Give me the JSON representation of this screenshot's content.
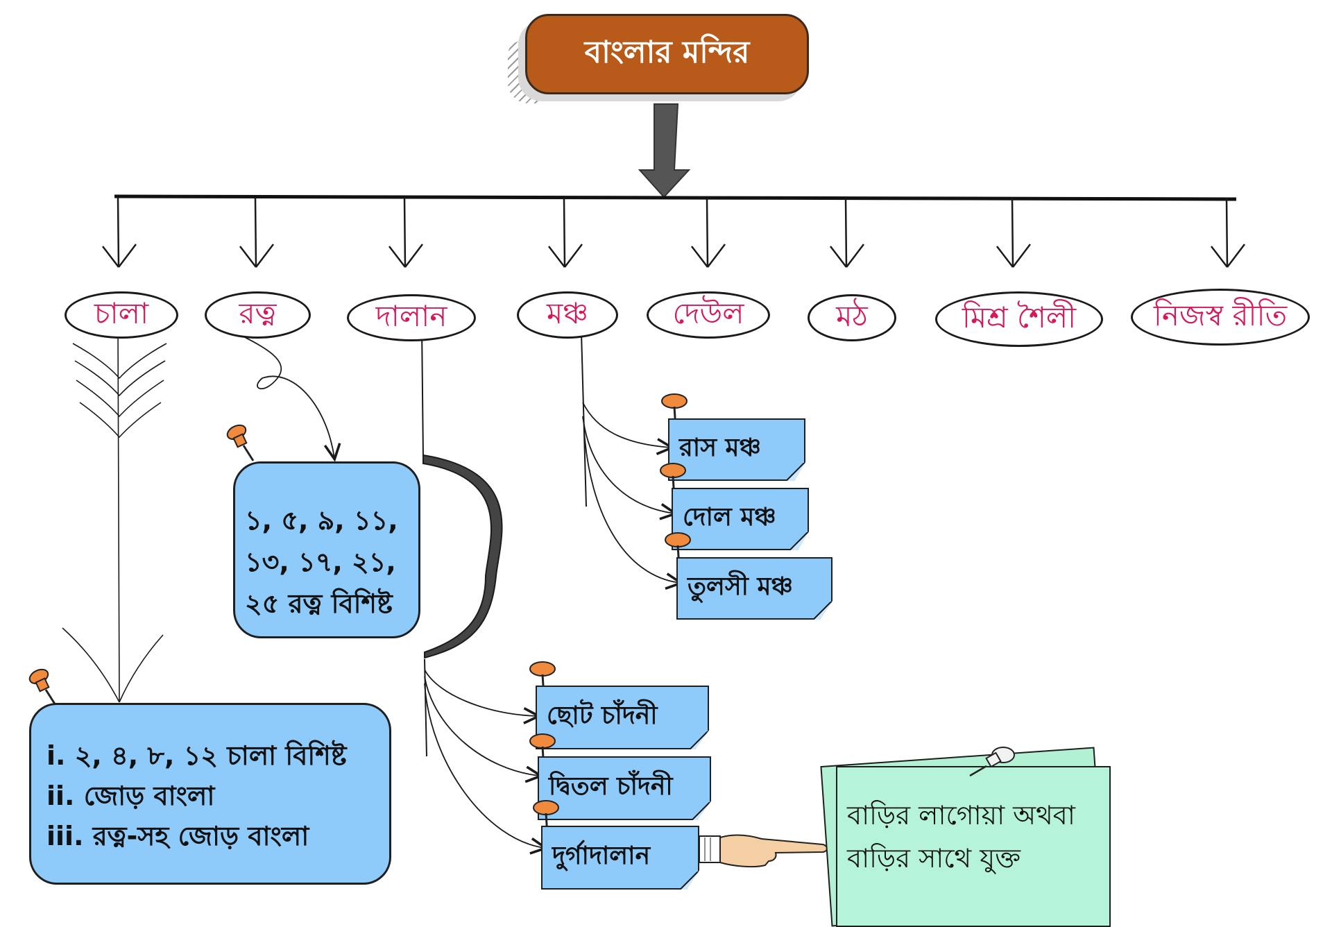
{
  "root": {
    "title": "বাংলার মন্দির"
  },
  "categories": {
    "chala": "চালা",
    "ratna": "রত্ন",
    "dalan": "দালান",
    "mancha": "মঞ্চ",
    "deul": "দেউল",
    "math": "মঠ",
    "mishra": "মিশ্র শৈলী",
    "nijaswa": "নিজস্ব রীতি"
  },
  "chala_box": {
    "lines": [
      "i. ২, ৪, ৮, ১২ চালা বিশিষ্ট",
      "ii. জোড় বাংলা",
      "iii. রত্ন-সহ জোড় বাংলা"
    ]
  },
  "ratna_box": {
    "lines": [
      "১, ৫, ৯, ১১,",
      "১৩, ১৭, ২১,",
      "২৫ রত্ন বিশিষ্ট"
    ]
  },
  "mancha_items": [
    "রাস মঞ্চ",
    "দোল মঞ্চ",
    "তুলসী মঞ্চ"
  ],
  "dalan_items": [
    "ছোট চাঁদনী",
    "দ্বিতল চাঁদনী",
    "দুর্গাদালান"
  ],
  "green_note": {
    "lines": [
      "বাড়ির লাগোয়া অথবা",
      "বাড়ির সাথে যুক্ত"
    ]
  },
  "colors": {
    "root_fill": "#b85a19",
    "category_text": "#d6185a",
    "box_fill": "#8ecbfb",
    "note_fill": "#b5f4d8",
    "pin": "#f08a3c"
  }
}
